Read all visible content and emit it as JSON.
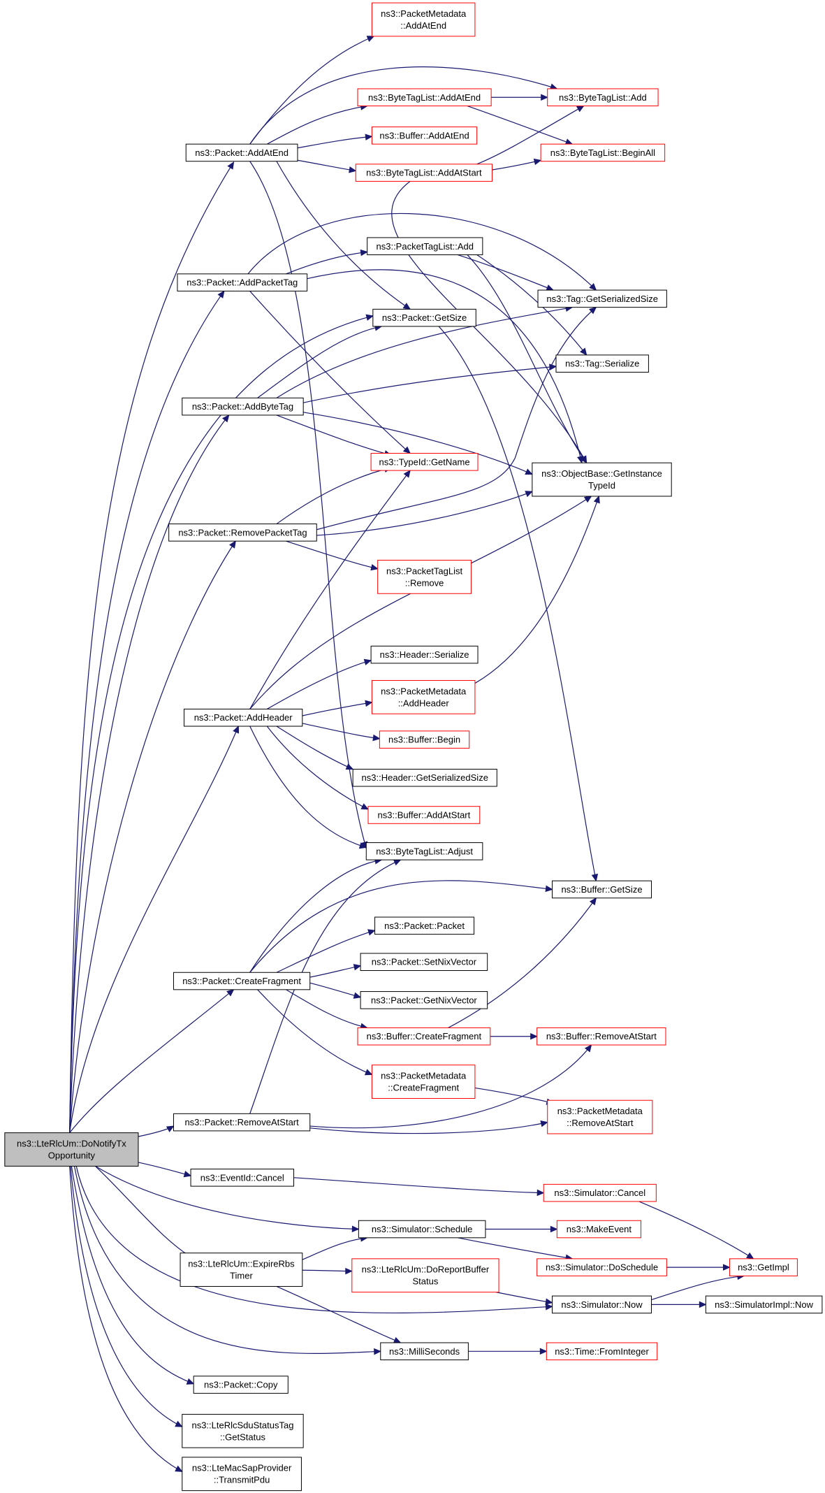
{
  "graph": {
    "colors": {
      "edge": "#191970",
      "red_border": "#ff0000",
      "root_fill": "#bfbfbf"
    },
    "nodes": [
      {
        "id": "root",
        "lines": [
          "ns3::LteRlcUm::DoNotifyTx",
          "Opportunity"
        ],
        "style": "root"
      },
      {
        "id": "addAtEnd",
        "lines": [
          "ns3::Packet::AddAtEnd"
        ],
        "style": "black"
      },
      {
        "id": "pmAddAtEnd",
        "lines": [
          "ns3::PacketMetadata",
          "::AddAtEnd"
        ],
        "style": "red"
      },
      {
        "id": "btlAddAtEnd",
        "lines": [
          "ns3::ByteTagList::AddAtEnd"
        ],
        "style": "red"
      },
      {
        "id": "btlAdd",
        "lines": [
          "ns3::ByteTagList::Add"
        ],
        "style": "red"
      },
      {
        "id": "bufAddAtEnd",
        "lines": [
          "ns3::Buffer::AddAtEnd"
        ],
        "style": "red"
      },
      {
        "id": "btlAddAtStart",
        "lines": [
          "ns3::ByteTagList::AddAtStart"
        ],
        "style": "red"
      },
      {
        "id": "btlBeginAll",
        "lines": [
          "ns3::ByteTagList::BeginAll"
        ],
        "style": "red"
      },
      {
        "id": "ptlAdd",
        "lines": [
          "ns3::PacketTagList::Add"
        ],
        "style": "black"
      },
      {
        "id": "addPacketTag",
        "lines": [
          "ns3::Packet::AddPacketTag"
        ],
        "style": "black"
      },
      {
        "id": "tagGetSerSize",
        "lines": [
          "ns3::Tag::GetSerializedSize"
        ],
        "style": "black"
      },
      {
        "id": "pktGetSize",
        "lines": [
          "ns3::Packet::GetSize"
        ],
        "style": "black"
      },
      {
        "id": "tagSerialize",
        "lines": [
          "ns3::Tag::Serialize"
        ],
        "style": "black"
      },
      {
        "id": "addByteTag",
        "lines": [
          "ns3::Packet::AddByteTag"
        ],
        "style": "black"
      },
      {
        "id": "typeIdGetName",
        "lines": [
          "ns3::TypeId::GetName"
        ],
        "style": "red"
      },
      {
        "id": "objGetInst",
        "lines": [
          "ns3::ObjectBase::GetInstance",
          "TypeId"
        ],
        "style": "black"
      },
      {
        "id": "removePacketTag",
        "lines": [
          "ns3::Packet::RemovePacketTag"
        ],
        "style": "black"
      },
      {
        "id": "ptlRemove",
        "lines": [
          "ns3::PacketTagList",
          "::Remove"
        ],
        "style": "red"
      },
      {
        "id": "hdrSerialize",
        "lines": [
          "ns3::Header::Serialize"
        ],
        "style": "black"
      },
      {
        "id": "pmAddHeader",
        "lines": [
          "ns3::PacketMetadata",
          "::AddHeader"
        ],
        "style": "red"
      },
      {
        "id": "addHeader",
        "lines": [
          "ns3::Packet::AddHeader"
        ],
        "style": "black"
      },
      {
        "id": "bufBegin",
        "lines": [
          "ns3::Buffer::Begin"
        ],
        "style": "red"
      },
      {
        "id": "hdrGetSerSize",
        "lines": [
          "ns3::Header::GetSerializedSize"
        ],
        "style": "black"
      },
      {
        "id": "bufAddAtStart",
        "lines": [
          "ns3::Buffer::AddAtStart"
        ],
        "style": "red"
      },
      {
        "id": "btlAdjust",
        "lines": [
          "ns3::ByteTagList::Adjust"
        ],
        "style": "black"
      },
      {
        "id": "bufGetSize",
        "lines": [
          "ns3::Buffer::GetSize"
        ],
        "style": "black"
      },
      {
        "id": "pktPacket",
        "lines": [
          "ns3::Packet::Packet"
        ],
        "style": "black"
      },
      {
        "id": "createFragment",
        "lines": [
          "ns3::Packet::CreateFragment"
        ],
        "style": "black"
      },
      {
        "id": "setNixVector",
        "lines": [
          "ns3::Packet::SetNixVector"
        ],
        "style": "black"
      },
      {
        "id": "getNixVector",
        "lines": [
          "ns3::Packet::GetNixVector"
        ],
        "style": "black"
      },
      {
        "id": "bufCreateFragment",
        "lines": [
          "ns3::Buffer::CreateFragment"
        ],
        "style": "red"
      },
      {
        "id": "bufRemoveAtStart",
        "lines": [
          "ns3::Buffer::RemoveAtStart"
        ],
        "style": "red"
      },
      {
        "id": "pmCreateFragment",
        "lines": [
          "ns3::PacketMetadata",
          "::CreateFragment"
        ],
        "style": "red"
      },
      {
        "id": "removeAtStart",
        "lines": [
          "ns3::Packet::RemoveAtStart"
        ],
        "style": "black"
      },
      {
        "id": "pmRemoveAtStart",
        "lines": [
          "ns3::PacketMetadata",
          "::RemoveAtStart"
        ],
        "style": "red"
      },
      {
        "id": "eventCancel",
        "lines": [
          "ns3::EventId::Cancel"
        ],
        "style": "black"
      },
      {
        "id": "simCancel",
        "lines": [
          "ns3::Simulator::Cancel"
        ],
        "style": "red"
      },
      {
        "id": "simSchedule",
        "lines": [
          "ns3::Simulator::Schedule"
        ],
        "style": "black"
      },
      {
        "id": "makeEvent",
        "lines": [
          "ns3::MakeEvent"
        ],
        "style": "red"
      },
      {
        "id": "expireRbs",
        "lines": [
          "ns3::LteRlcUm::ExpireRbs",
          "Timer"
        ],
        "style": "black"
      },
      {
        "id": "doReportBuffer",
        "lines": [
          "ns3::LteRlcUm::DoReportBuffer",
          "Status"
        ],
        "style": "red"
      },
      {
        "id": "simDoSchedule",
        "lines": [
          "ns3::Simulator::DoSchedule"
        ],
        "style": "red"
      },
      {
        "id": "getImpl",
        "lines": [
          "ns3::GetImpl"
        ],
        "style": "red"
      },
      {
        "id": "simNow",
        "lines": [
          "ns3::Simulator::Now"
        ],
        "style": "black"
      },
      {
        "id": "simImplNow",
        "lines": [
          "ns3::SimulatorImpl::Now"
        ],
        "style": "black"
      },
      {
        "id": "milliSeconds",
        "lines": [
          "ns3::MilliSeconds"
        ],
        "style": "black"
      },
      {
        "id": "timeFromInt",
        "lines": [
          "ns3::Time::FromInteger"
        ],
        "style": "red"
      },
      {
        "id": "pktCopy",
        "lines": [
          "ns3::Packet::Copy"
        ],
        "style": "black"
      },
      {
        "id": "sduGetStatus",
        "lines": [
          "ns3::LteRlcSduStatusTag",
          "::GetStatus"
        ],
        "style": "black"
      },
      {
        "id": "macTransmit",
        "lines": [
          "ns3::LteMacSapProvider",
          "::TransmitPdu"
        ],
        "style": "black"
      }
    ]
  }
}
